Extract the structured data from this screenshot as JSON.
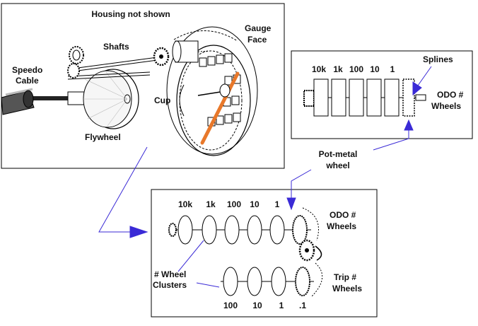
{
  "speedometer_panel": {
    "title": "Housing not shown",
    "shafts": "Shafts",
    "speedo_line1": "Speedo",
    "speedo_line2": "Cable",
    "cup": "Cup",
    "gauge_line1": "Gauge",
    "gauge_line2": "Face",
    "flywheel": "Flywheel"
  },
  "odometer_panel": {
    "splines": "Splines",
    "digits": [
      "10k",
      "1k",
      "100",
      "10",
      "1"
    ],
    "odo_line1": "ODO #",
    "odo_line2": "Wheels"
  },
  "pot_metal": {
    "line1": "Pot-metal",
    "line2": "wheel"
  },
  "cluster_panel": {
    "odo_digits": [
      "10k",
      "1k",
      "100",
      "10",
      "1"
    ],
    "trip_digits": [
      "100",
      "10",
      "1",
      ".1"
    ],
    "odo_line1": "ODO #",
    "odo_line2": "Wheels",
    "trip_line1": "Trip #",
    "trip_line2": "Wheels",
    "cluster_line1": "# Wheel",
    "cluster_line2": "Clusters"
  },
  "colors": {
    "arrow": "#3a2ad6",
    "needle": "#e8782a",
    "stroke": "#000000"
  }
}
